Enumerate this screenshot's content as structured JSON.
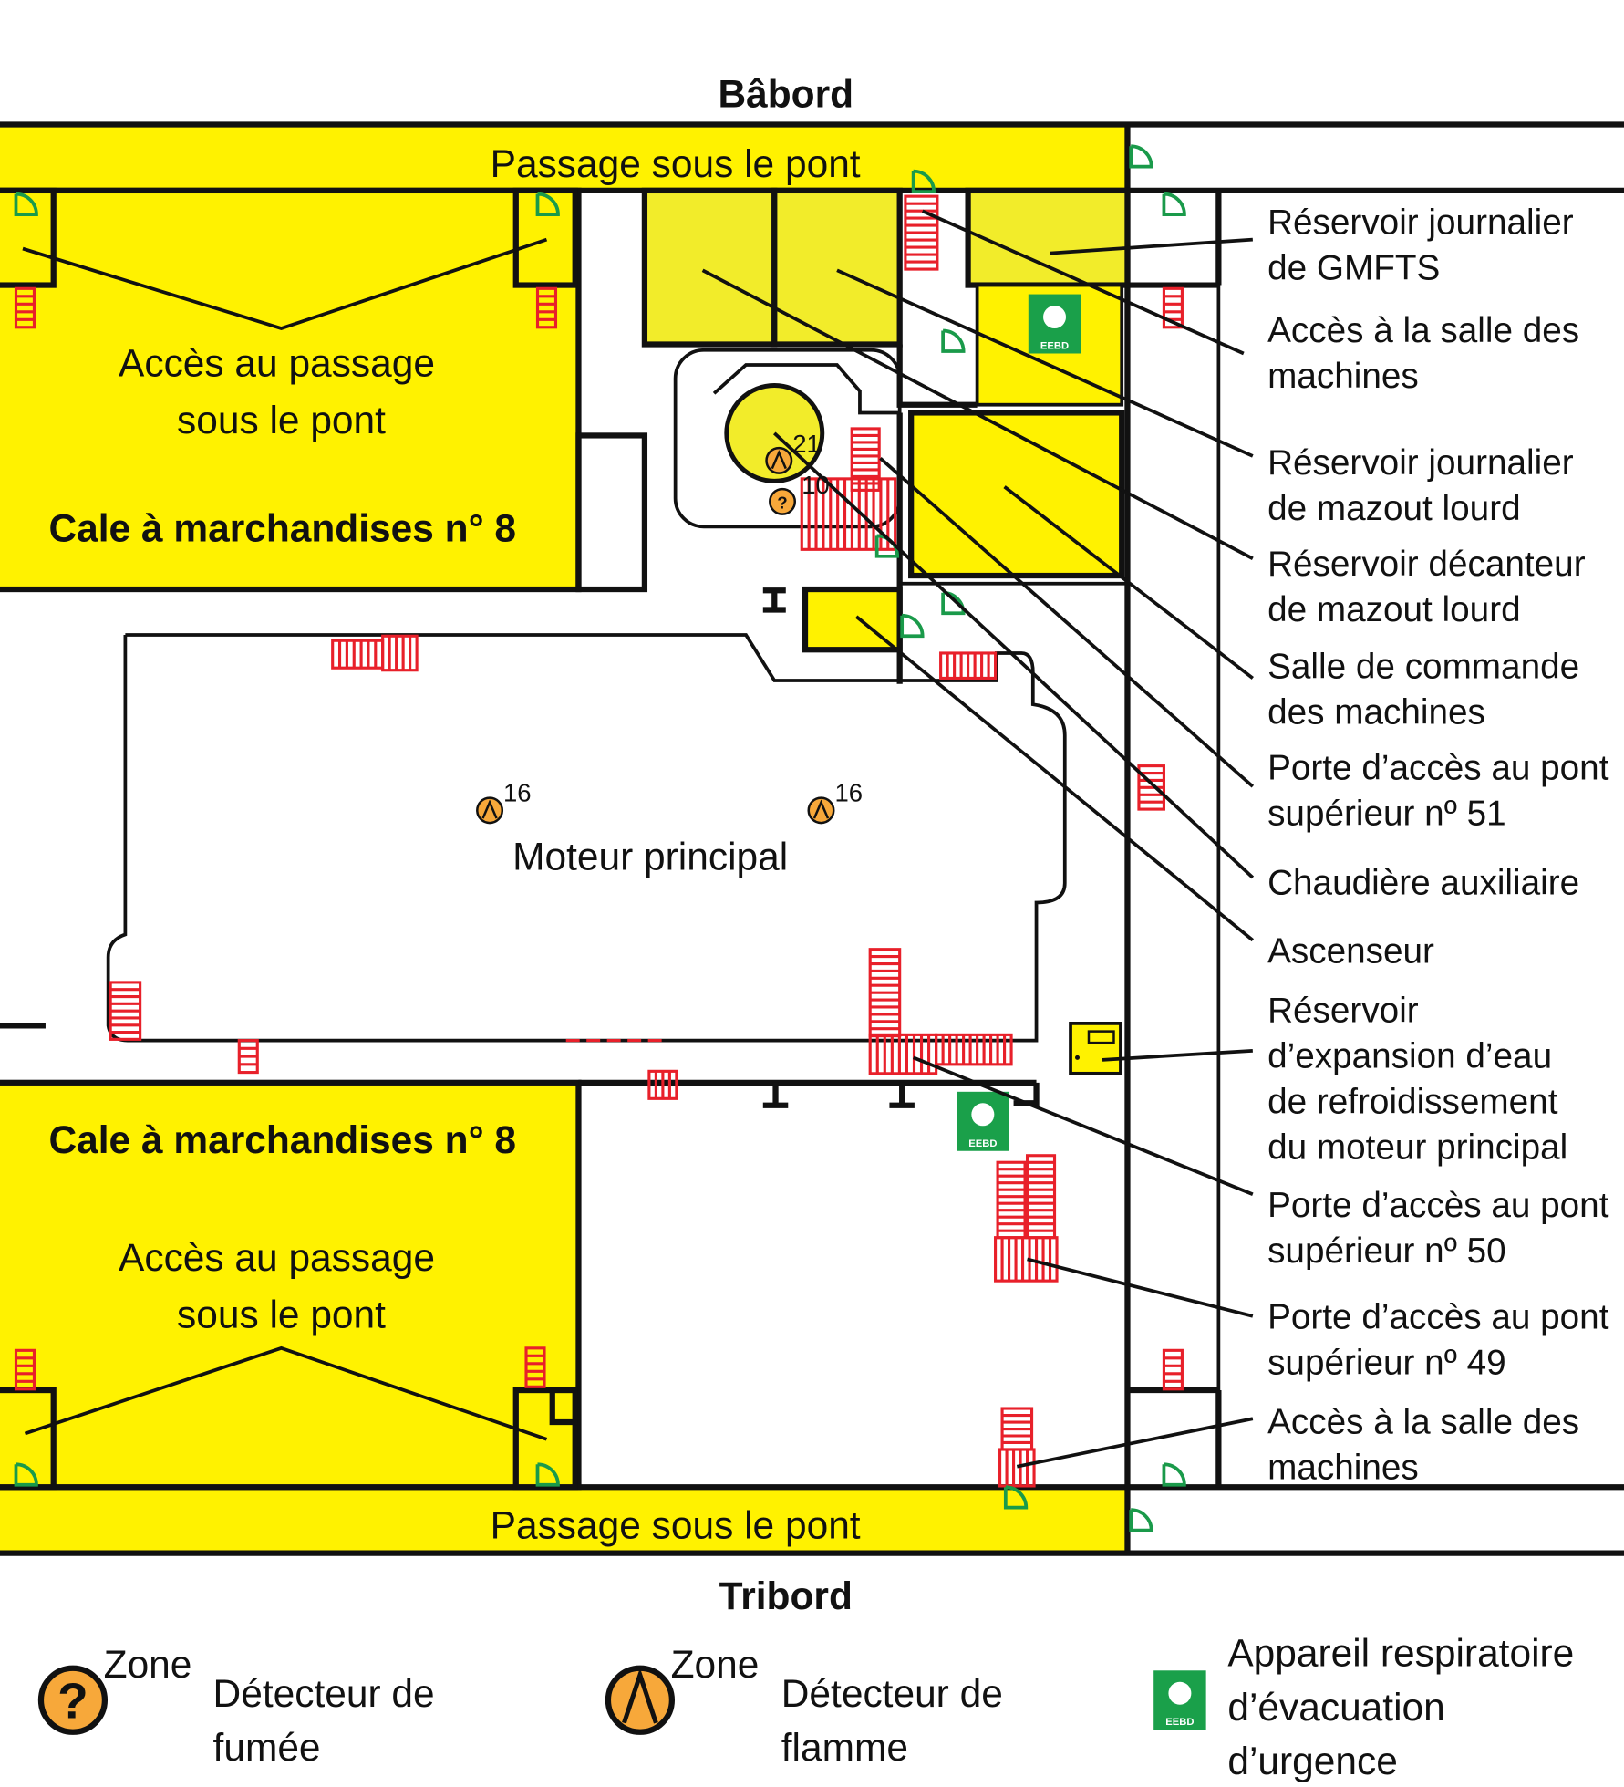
{
  "sides": {
    "port": "Bâbord",
    "starboard": "Tribord"
  },
  "areas": {
    "passage_top": "Passage sous le pont",
    "passage_bottom": "Passage sous le pont",
    "hold_top": {
      "line1": "Accès au passage",
      "line2": "sous le pont",
      "name": "Cale à marchandises n° 8"
    },
    "hold_bottom": {
      "line1": "Accès au passage",
      "line2": "sous le pont",
      "name": "Cale à marchandises n° 8"
    },
    "engine": "Moteur principal",
    "zone_numbers": [
      "16",
      "16",
      "21",
      "10"
    ]
  },
  "callouts": [
    {
      "lines": [
        "Réservoir journalier",
        " de GMFTS"
      ]
    },
    {
      "lines": [
        "Accès à la salle des",
        "machines"
      ]
    },
    {
      "lines": [
        "Réservoir journalier",
        "de mazout lourd"
      ]
    },
    {
      "lines": [
        "Réservoir décanteur",
        "de mazout lourd"
      ]
    },
    {
      "lines": [
        "Salle de commande",
        "des machines"
      ]
    },
    {
      "lines": [
        "Porte d’accès au pont",
        "supérieur nº 51"
      ]
    },
    {
      "lines": [
        "Chaudière auxiliaire"
      ]
    },
    {
      "lines": [
        "Ascenseur"
      ]
    },
    {
      "lines": [
        "Réservoir",
        "d’expansion d’eau",
        "de refroidissement",
        "du moteur principal"
      ]
    },
    {
      "lines": [
        "Porte d’accès au pont",
        "supérieur nº 50"
      ]
    },
    {
      "lines": [
        "Porte d’accès au pont",
        "supérieur nº 49"
      ]
    },
    {
      "lines": [
        "Accès à la salle des",
        "machines"
      ]
    }
  ],
  "legend": {
    "smoke": {
      "zone": "Zone",
      "line1": "Détecteur de",
      "line2": "fumée",
      "icon": "smoke-detector-icon"
    },
    "flame": {
      "zone": "Zone",
      "line1": "Détecteur de",
      "line2": "flamme",
      "icon": "flame-detector-icon"
    },
    "eebd": {
      "line1": "Appareil respiratoire",
      "line2": "d’évacuation",
      "line3": "d’urgence",
      "badge": "EEBD",
      "icon": "breathing-apparatus-icon"
    }
  },
  "colors": {
    "tank": "#fff200",
    "stairs": "#e8202a",
    "door": "#1a9a4a",
    "detector": "#f7a83a",
    "eebd": "#1aa04a"
  }
}
